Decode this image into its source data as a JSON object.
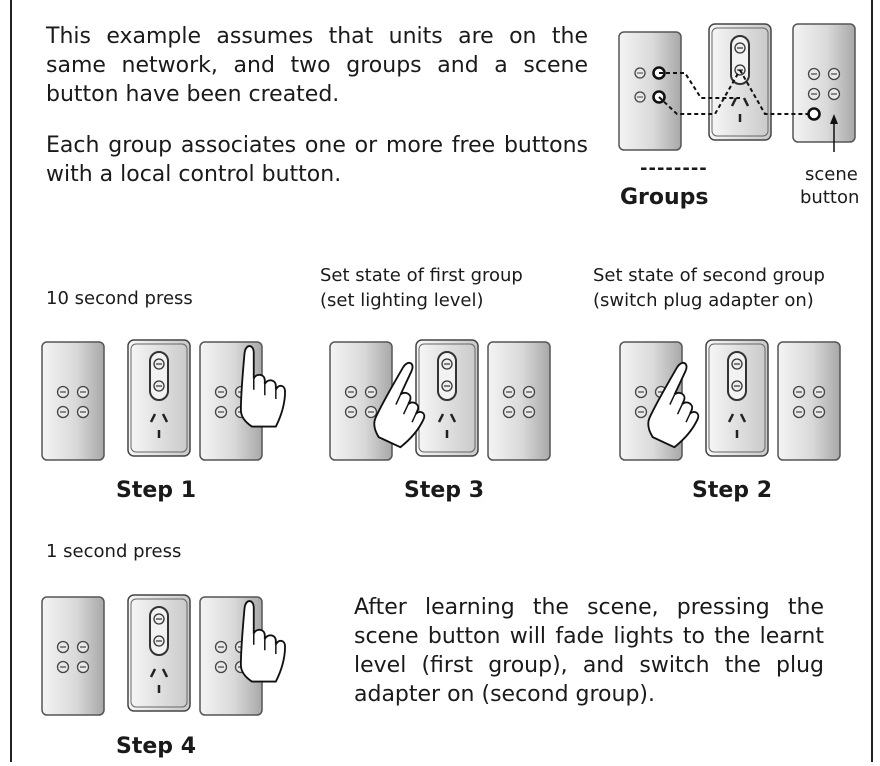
{
  "intro": {
    "paragraph1": "This example assumes that units are on the same network, and two groups and a scene button have been created.",
    "paragraph2": "Each group associates one or more free buttons with a local control button."
  },
  "legend": {
    "dashes": "--------",
    "groups_label": "Groups",
    "scene_label_line1": "scene",
    "scene_label_line2": "button"
  },
  "steps": {
    "step1": {
      "caption": "10 second press",
      "title": "Step 1"
    },
    "step3": {
      "caption_line1": "Set state of first group",
      "caption_line2": "(set lighting level)",
      "title": "Step 3"
    },
    "step2": {
      "caption_line1": "Set state of second group",
      "caption_line2": "(switch plug adapter on)",
      "title": "Step 2"
    },
    "step4": {
      "caption": "1 second press",
      "title": "Step 4"
    }
  },
  "outro": {
    "paragraph": "After learning the scene, pressing the scene button will fade lights to the learnt level (first group), and switch the plug adapter on (second group)."
  }
}
